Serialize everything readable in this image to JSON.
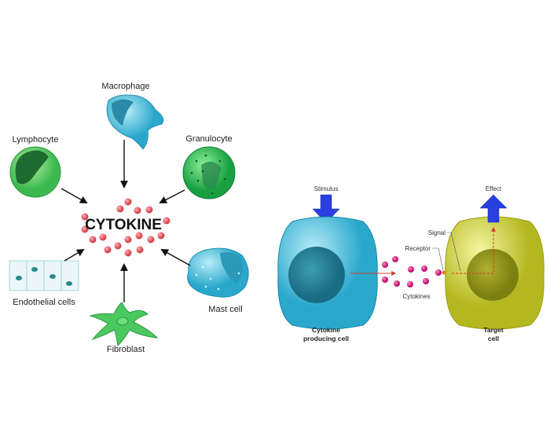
{
  "left_panel": {
    "center_label": "CYTOKINE",
    "sources": [
      {
        "label": "Macrophage"
      },
      {
        "label": "Lymphocyte"
      },
      {
        "label": "Granulocyte"
      },
      {
        "label": "Endothelial cells"
      },
      {
        "label": "Fibroblast"
      },
      {
        "label": "Mast cell"
      }
    ]
  },
  "right_panel": {
    "stimulus": "Stimulus",
    "effect": "Effect",
    "signal": "Signal",
    "receptor": "Receptor",
    "cytokines": "Cytokines",
    "producing_cell": [
      "Cytokine",
      "producing cell"
    ],
    "target_cell": [
      "Target",
      "cell"
    ]
  },
  "colors": {
    "cytokine_dot": "#e5606a",
    "cytokine_magenta": "#d0207a",
    "producing_cell": "#3fb0d0",
    "target_cell": "#c8cc30",
    "arrow_blue": "#2a3fe0"
  }
}
